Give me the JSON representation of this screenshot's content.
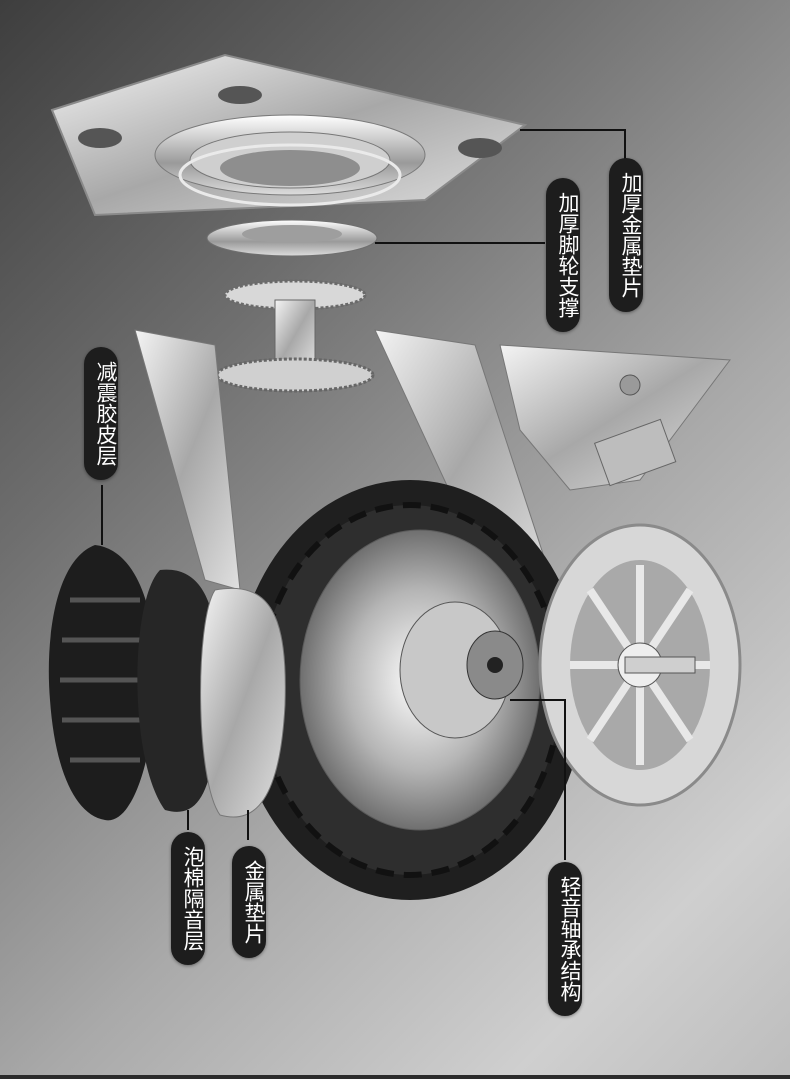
{
  "labels": {
    "top_plate": "加厚金属垫片",
    "caster_support": "加厚脚轮支撑",
    "damping_rubber": "减震胶皮层",
    "foam_layer": "泡棉隔音层",
    "metal_gasket": "金属垫片",
    "bearing_structure": "轻音轴承结构"
  },
  "colors": {
    "label_bg": "#1d1d1d",
    "label_text": "#ffffff",
    "metal_light": "#e6e6e6",
    "metal_mid": "#9b9b9b",
    "tire_dark": "#1e1e1e"
  }
}
